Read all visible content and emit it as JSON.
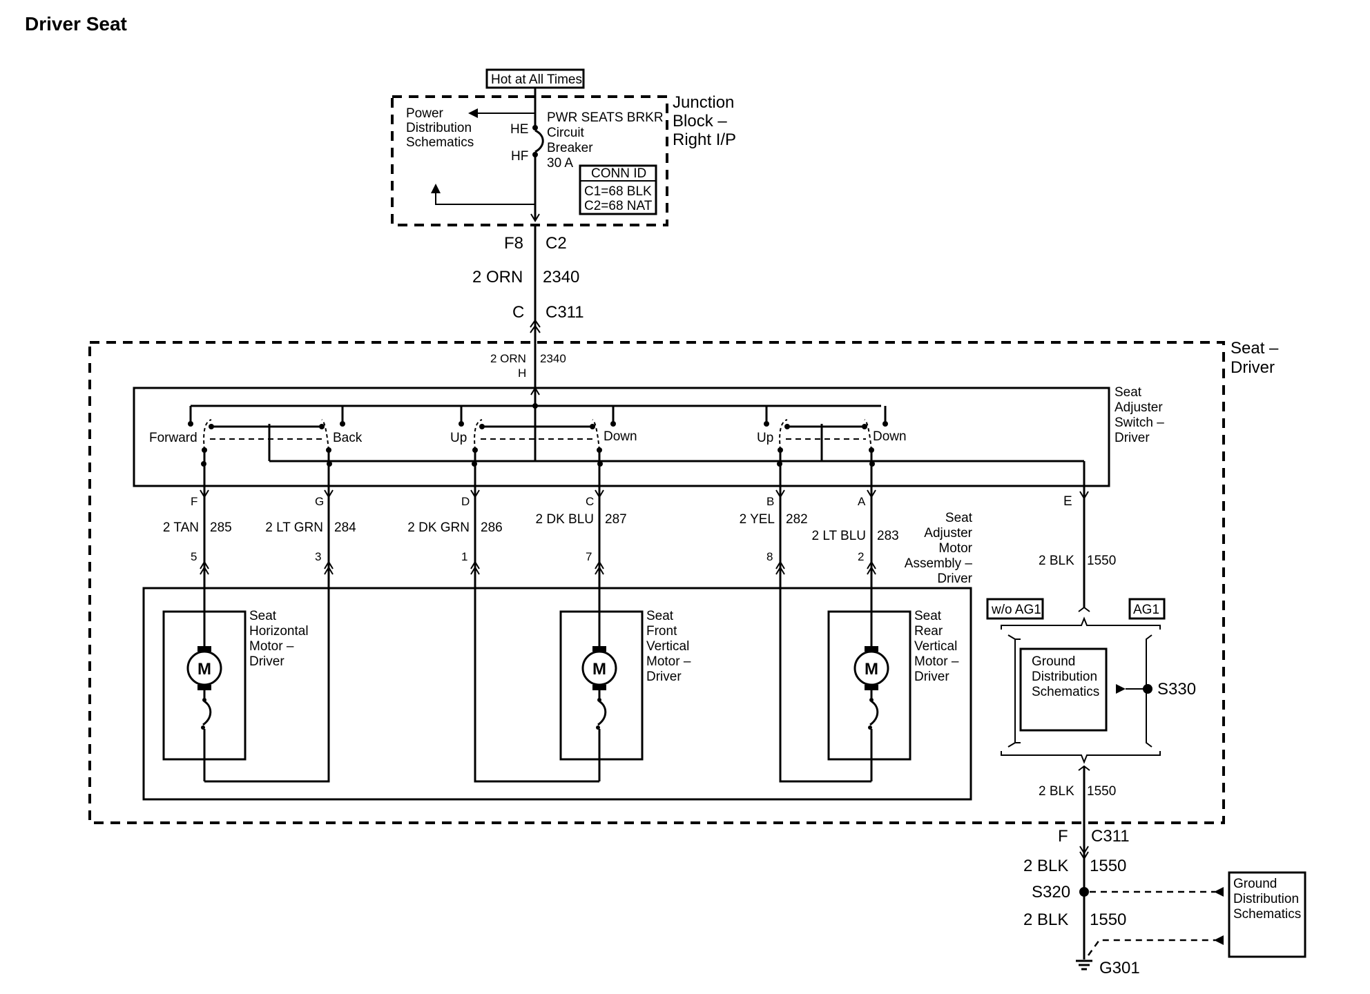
{
  "title": "Driver Seat",
  "junction_block": {
    "hot_label": "Hot at All Times",
    "name": [
      "Junction",
      "Block –",
      "Right I/P"
    ],
    "power_dist": [
      "Power",
      "Distribution",
      "Schematics"
    ],
    "pin_he": "HE",
    "pin_hf": "HF",
    "breaker": [
      "PWR SEATS BRKR",
      "Circuit",
      "Breaker",
      "30 A"
    ],
    "conn_id_header": "CONN ID",
    "conn_id_lines": [
      "C1=68 BLK",
      "C2=68 NAT"
    ]
  },
  "feed": {
    "conn1_pin": "F8",
    "conn1_name": "C2",
    "wire_color": "2 ORN",
    "wire_circuit": "2340",
    "conn2_pin": "C",
    "conn2_name": "C311"
  },
  "seat_assembly": {
    "name": [
      "Seat –",
      "Driver"
    ],
    "inner_wire_color": "2 ORN",
    "inner_wire_circuit": "2340",
    "inner_pin": "H"
  },
  "switch": {
    "name": [
      "Seat",
      "Adjuster",
      "Switch –",
      "Driver"
    ],
    "labels": {
      "forward": "Forward",
      "back": "Back",
      "up1": "Up",
      "down1": "Down",
      "up2": "Up",
      "down2": "Down"
    }
  },
  "wires": [
    {
      "pin": "F",
      "color": "2 TAN",
      "circuit": "285",
      "motor_pin": "5"
    },
    {
      "pin": "G",
      "color": "2 LT GRN",
      "circuit": "284",
      "motor_pin": "3"
    },
    {
      "pin": "D",
      "color": "2 DK GRN",
      "circuit": "286",
      "motor_pin": "1"
    },
    {
      "pin": "C",
      "color": "2 DK BLU",
      "circuit": "287",
      "motor_pin": "7"
    },
    {
      "pin": "B",
      "color": "2 YEL",
      "circuit": "282",
      "motor_pin": "8"
    },
    {
      "pin": "A",
      "color": "2 LT BLU",
      "circuit": "283",
      "motor_pin": "2"
    },
    {
      "pin": "E",
      "color": "2 BLK",
      "circuit": "1550"
    }
  ],
  "motor_assembly": {
    "name": [
      "Seat",
      "Adjuster",
      "Motor",
      "Assembly –",
      "Driver"
    ],
    "motor_symbol": "M",
    "motors": [
      {
        "name": [
          "Seat",
          "Horizontal",
          "Motor –",
          "Driver"
        ]
      },
      {
        "name": [
          "Seat",
          "Front",
          "Vertical",
          "Motor –",
          "Driver"
        ]
      },
      {
        "name": [
          "Seat",
          "Rear",
          "Vertical",
          "Motor –",
          "Driver"
        ]
      }
    ]
  },
  "ground": {
    "wo_ag1": "w/o AG1",
    "ag1": "AG1",
    "ground_dist": [
      "Ground",
      "Distribution",
      "Schematics"
    ],
    "splice_s330": "S330",
    "wire_color": "2 BLK",
    "wire_circuit": "1550",
    "conn_pin": "F",
    "conn_name": "C311",
    "wire_color_2": "2 BLK",
    "wire_circuit_2": "1550",
    "splice_s320": "S320",
    "wire_color_3": "2 BLK",
    "wire_circuit_3": "1550",
    "ground_g301": "G301",
    "ground_dist_2": [
      "Ground",
      "Distribution",
      "Schematics"
    ]
  }
}
